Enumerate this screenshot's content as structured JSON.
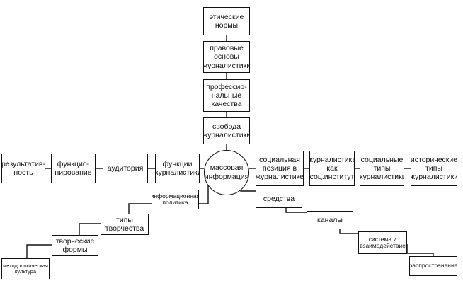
{
  "diagram": {
    "center": "массовая\nинформация",
    "vertical": {
      "ethical_norms": "этические\nнормы",
      "legal_basis": "правовые\nосновы\nжурналистики",
      "professional_qualities": "профессио-\nнальные\nкачества",
      "freedom": "свобода\nжурналистики"
    },
    "left": {
      "results": "результатив-\nность",
      "functioning": "функцио-\nнирование",
      "audience": "аудитория",
      "functions": "функции\nжурналистики"
    },
    "right": {
      "social_position": "социальная\nпозиция в\nжурналистике",
      "social_institute": "журналистика\nкак\nсоц.институт",
      "social_types": "социальные\nтипы\nжурналистики",
      "historical_types": "исторические\nтипы\nжурналистики"
    },
    "lower_left": {
      "info_policy": "информационная\nполитика",
      "creativity_types": "типы\nтворчества",
      "creative_forms": "творческие\nформы",
      "methodological_culture": "методологическая\nкультура"
    },
    "lower_right": {
      "means": "средства",
      "channels": "каналы",
      "system": "система и\nвзаимодействие",
      "distribution": "распространение"
    }
  }
}
